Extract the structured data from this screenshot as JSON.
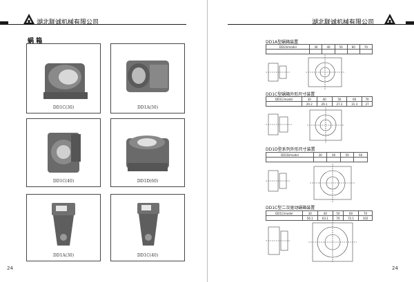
{
  "header": {
    "company_left": "湖北联诚机械有限公司",
    "company_right": "湖北联诚机械有限公司"
  },
  "left_page": {
    "section_title": "蜗 箱",
    "products": [
      {
        "caption": "DD1C(30)"
      },
      {
        "caption": "DD1A(50)"
      },
      {
        "caption": "DD1C(40)"
      },
      {
        "caption": "DD1D(60)"
      },
      {
        "caption": "DD1A(30)"
      },
      {
        "caption": "DD1C(40)"
      }
    ],
    "page_number": "24"
  },
  "right_page": {
    "drawings": [
      {
        "title": "DD1A型蜗箱装置",
        "row1": [
          "DD1A/model",
          "30",
          "40",
          "50",
          "60",
          "70"
        ],
        "row2": [
          "",
          "",
          "",
          "",
          "",
          ""
        ]
      },
      {
        "title": "DD1C型蜗箱外形尺寸装置",
        "row1": [
          "DD1C/model",
          "30",
          "40",
          "50",
          "60",
          "70"
        ],
        "row2": [
          "",
          "20.2",
          "29.1",
          "27.2",
          "31.3",
          "27"
        ]
      },
      {
        "title": "DD1D型系列外形尺寸装置",
        "row1": [
          "DD1D/model",
          "30",
          "40",
          "50",
          "60"
        ],
        "row2": [
          "",
          "",
          "",
          "",
          ""
        ]
      },
      {
        "title": "DD1C型二次驱动蜗箱装置",
        "row1": [
          "DD1C/model",
          "30",
          "40",
          "50",
          "60",
          "70"
        ],
        "row2": [
          "",
          "56.1",
          "63.1",
          "70",
          "72.1",
          "102"
        ]
      }
    ],
    "page_number": "24"
  }
}
